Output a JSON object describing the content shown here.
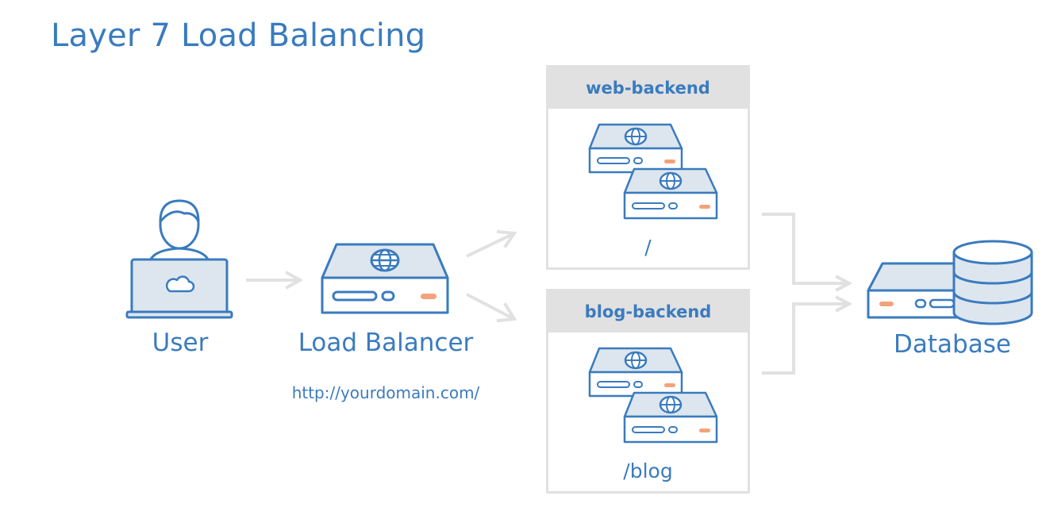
{
  "title": "Layer 7 Load Balancing",
  "user": {
    "label": "User"
  },
  "load_balancer": {
    "label": "Load Balancer",
    "url": "http://yourdomain.com/"
  },
  "backends": [
    {
      "name": "web-backend",
      "route": "/"
    },
    {
      "name": "blog-backend",
      "route": "/blog"
    }
  ],
  "database": {
    "label": "Database"
  },
  "colors": {
    "primary": "#3a7bbf",
    "fill": "#dde6ee",
    "accent": "#f4a27a",
    "gray": "#e1e1e1"
  }
}
